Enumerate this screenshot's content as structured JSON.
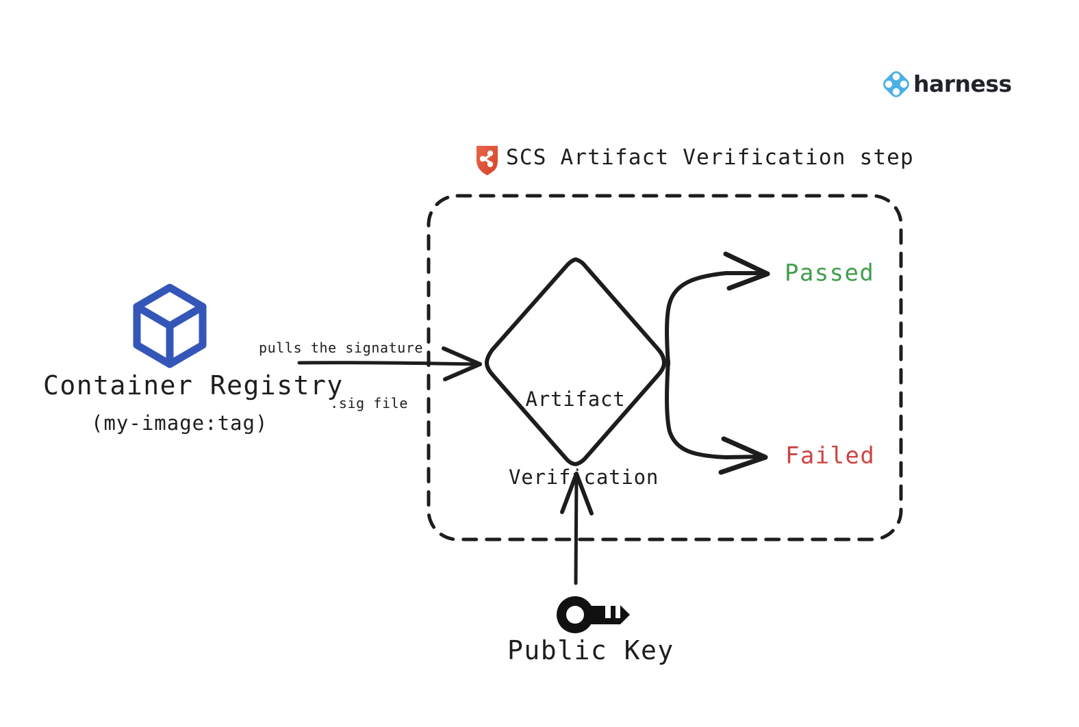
{
  "brand": {
    "name": "harness",
    "mark_icon": "harness-diamond-logo",
    "mark_color": "#4CB0E5"
  },
  "step": {
    "title": "SCS Artifact Verification step",
    "icon": "scs-shield-icon",
    "icon_color": "#E0523C",
    "boundary_style": "dashed"
  },
  "sources": {
    "registry": {
      "icon": "container-box-icon",
      "icon_color": "#3456B8",
      "name": "Container Registry",
      "tag": "(my-image:tag)"
    },
    "public_key": {
      "icon": "key-icon",
      "icon_color": "#111111",
      "name": "Public Key"
    }
  },
  "edges": {
    "registry_to_verification": {
      "note_line1": "pulls the signature",
      "note_line2": ".sig file",
      "arrow_icon": "arrow-right-icon"
    },
    "key_to_verification": {
      "arrow_icon": "arrow-up-icon"
    },
    "verification_to_passed": {
      "arrow_icon": "curved-arrow-up-right-icon"
    },
    "verification_to_failed": {
      "arrow_icon": "curved-arrow-down-right-icon"
    }
  },
  "process": {
    "node_shape": "diamond",
    "line1": "Artifact",
    "line2": "Verification"
  },
  "outcomes": [
    {
      "label": "Passed",
      "color": "#3f9e4d"
    },
    {
      "label": "Failed",
      "color": "#cd4442"
    }
  ]
}
